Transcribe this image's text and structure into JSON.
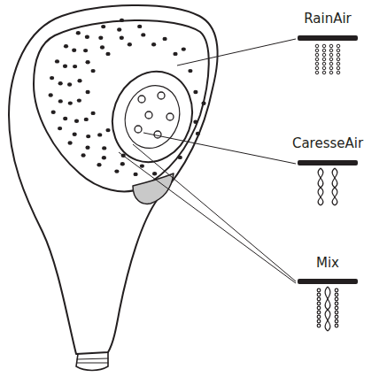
{
  "diagram": {
    "labels": [
      "RainAir",
      "CaresseAir",
      "Mix"
    ]
  }
}
